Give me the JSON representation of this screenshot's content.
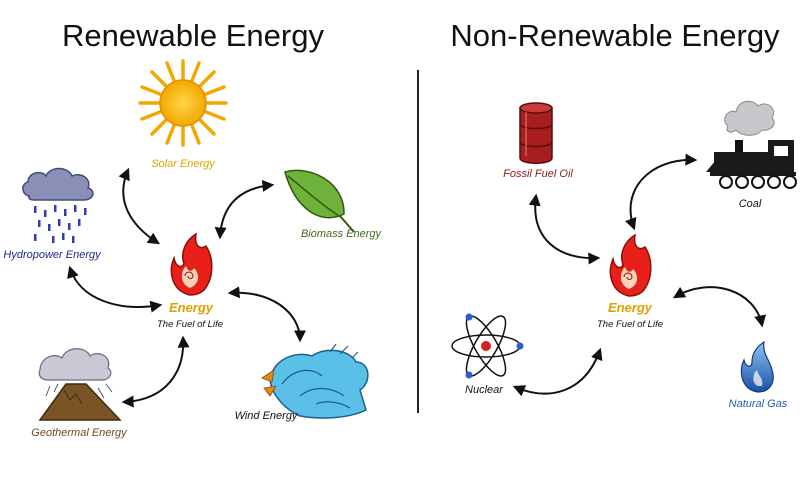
{
  "titles": {
    "renewable": "Renewable Energy",
    "non_renewable": "Non-Renewable Energy"
  },
  "renewable": {
    "center": {
      "label": "Energy",
      "sublabel": "The Fuel of Life"
    },
    "sources": {
      "solar": "Solar Energy",
      "biomass": "Biomass Energy",
      "hydropower": "Hydropower Energy",
      "geothermal": "Geothermal Energy",
      "wind": "Wind Energy"
    }
  },
  "non_renewable": {
    "center": {
      "label": "Energy",
      "sublabel": "The Fuel of Life"
    },
    "sources": {
      "oil": "Fossil Fuel Oil",
      "coal": "Coal",
      "nuclear": "Nuclear",
      "gas": "Natural Gas"
    }
  },
  "colors": {
    "solar": "#e0a100",
    "energy": "#e0a100",
    "biomass": "#3f6b1c",
    "hydropower": "#1d2a8a",
    "geothermal": "#6b4a1c",
    "wind": "#111111",
    "oil": "#8b1a1a",
    "coal": "#111111",
    "nuclear": "#111111",
    "gas": "#1f5fae",
    "divider": "#222222"
  },
  "icons": [
    "sun-icon",
    "leaf-icon",
    "rain-cloud-icon",
    "volcano-icon",
    "wind-wave-icon",
    "flame-icon",
    "oil-barrel-icon",
    "steam-train-icon",
    "atom-icon",
    "gas-flame-icon"
  ]
}
